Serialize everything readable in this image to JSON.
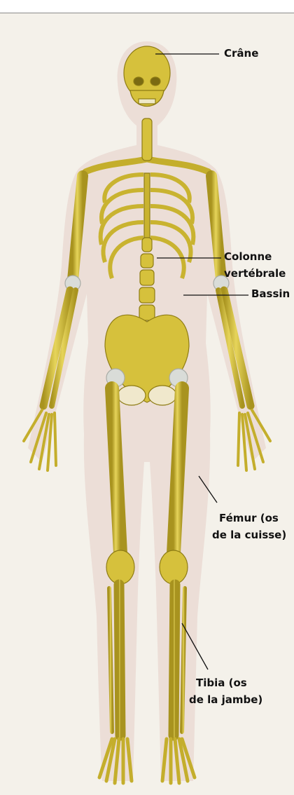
{
  "labels": {
    "skull": "Crâne",
    "spine_line1": "Colonne",
    "spine_line2": "vertébrale",
    "pelvis": "Bassin",
    "femur_line1": "Fémur (os",
    "femur_line2": "de la cuisse)",
    "tibia_line1": "Tibia (os",
    "tibia_line2": "de la jambe)"
  },
  "colors": {
    "background": "#f4f1ea",
    "body_outline": "#eadad4",
    "bone": "#d6c13c",
    "bone_shade": "#a8931f",
    "cartilage": "#d9dcd8",
    "leader_line": "#111111"
  }
}
